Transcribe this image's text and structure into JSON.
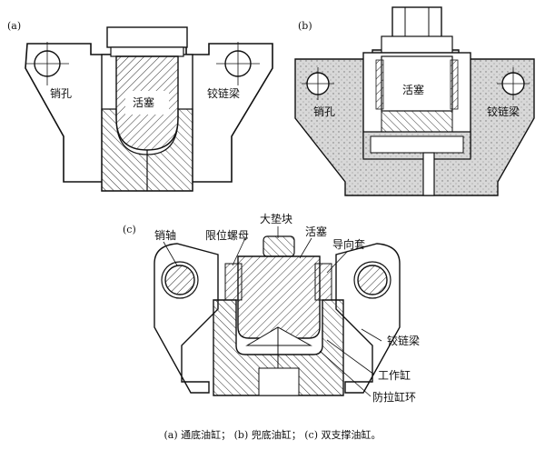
{
  "figures": {
    "a": {
      "tag": "(a)",
      "pin_hole": "销孔",
      "piston": "活塞",
      "hinge_beam": "铰链梁"
    },
    "b": {
      "tag": "(b)",
      "pin_hole": "销孔",
      "piston": "活塞",
      "hinge_beam": "铰链梁"
    },
    "c": {
      "tag": "(c)",
      "pin_shaft": "销轴",
      "limit_nut": "限位螺母",
      "big_pad": "大垫块",
      "piston": "活塞",
      "guide_sleeve": "导向套",
      "hinge_beam": "铰链梁",
      "work_cylinder": "工作缸",
      "anti_pull_ring": "防拉缸环"
    }
  },
  "caption": "(a) 通底油缸；  (b) 兜底油缸；  (c) 双支撑油缸。"
}
